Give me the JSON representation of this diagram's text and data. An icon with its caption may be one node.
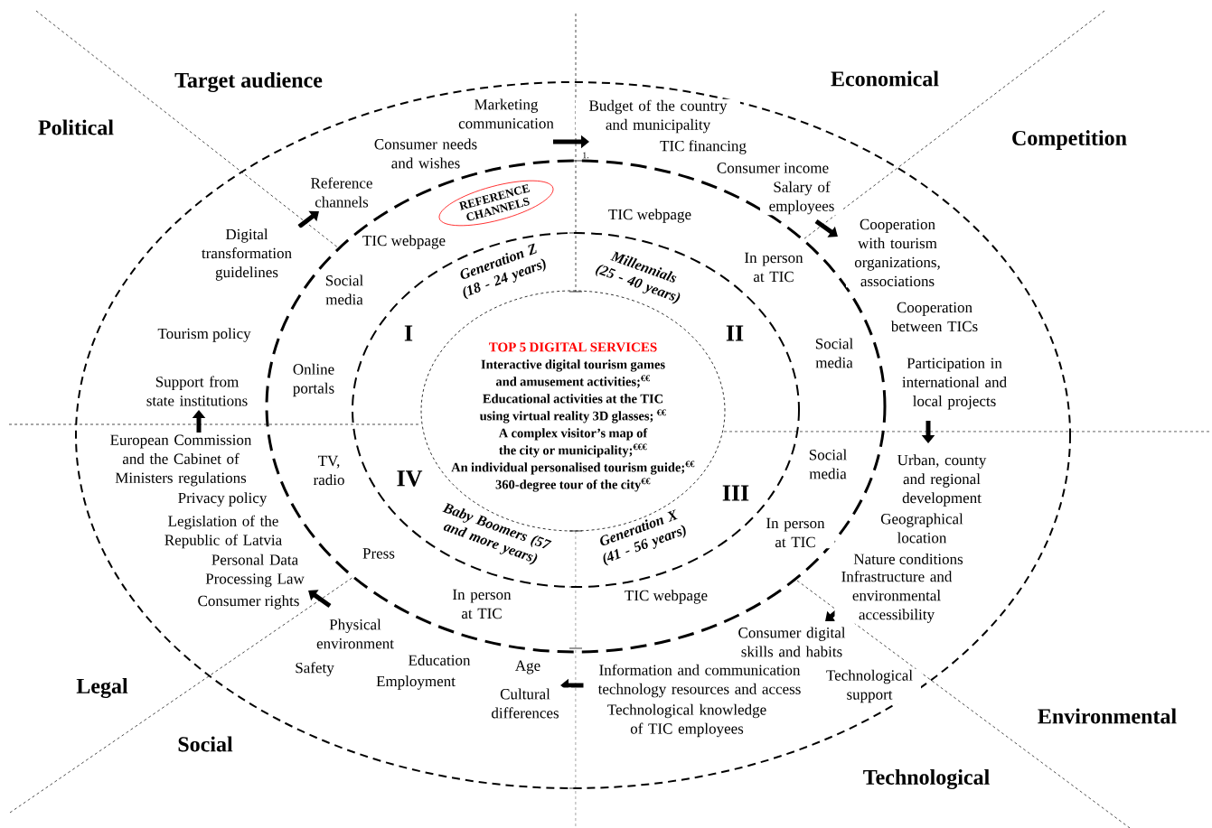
{
  "diagram": {
    "nodes": [
      {
        "text": [
          "REFERENCE CHANNELS"
        ]
      },
      {
        "text": [
          "TOP 5 DIGITAL SERVICES",
          "Interactive digital tourism games and amusement activities;$^{€€}$",
          "Educational activities at the TIC using virtual reality 3D glasses; $^{€€}$",
          "A complex visitor’s map of the city or municipality;$^{€€€}$",
          "An individual personalised tourism guide;$^{€€}$",
          "360-degree tour of the city$^{€€}$"
        ]
      }
    ],
    "labels": [
      "Target audience",
      "Political",
      "Marketing communication",
      "Budget of the country and municipality",
      "Economical",
      "Competition",
      "TIC financing",
      "Consumer needs and wishes",
      "1.",
      "Consumer income",
      "Reference channels",
      "Salary of employees",
      "TIC webpage",
      "Cooperation with tourism organizations, associations",
      "TIC webpage",
      "Digital transformation guidelines",
      "In person at TIC",
      "Generation Z (18 - 24 years)",
      "Millennials (25 - 40 years)",
      "Social media",
      "Cooperation between TICs",
      "Tourism policy",
      "I",
      "II",
      "Social media",
      "Online portals",
      "Participation in international and local projects",
      "Support from state institutions",
      "European Commission and the Cabinet of Ministers regulations",
      "TV, radio",
      "IV",
      "Social media",
      "Urban, county and regional development",
      "III",
      "Privacy policy",
      "Geographical location",
      "In person at TIC",
      "Legislation of the Republic of Latvia",
      "Baby Boomers (57 and more years)",
      "Generation X (41 - 56 years)",
      "Press",
      "Nature conditions",
      "Personal Data Processing Law",
      "Infrastructure and environmental accessibility",
      "TIC webpage",
      "Consumer rights",
      "In person at TIC",
      "Physical environment",
      "Consumer digital skills and habits",
      "Education",
      "Safety",
      "Age",
      "Information and communication technology resources and access",
      "Technological support",
      "Employment",
      "Legal",
      "Cultural differences",
      "Environmental",
      "Technological knowledge of TIC employees",
      "Social",
      "Technological"
    ]
  }
}
